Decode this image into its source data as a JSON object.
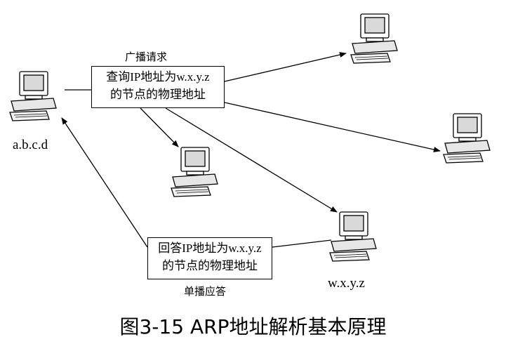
{
  "broadcast": {
    "label": "广播请求",
    "line1": "查询IP地址为w.x.y.z",
    "line2": "的节点的物理地址"
  },
  "unicast": {
    "label": "单播应答",
    "line1": "回答IP地址为w.x.y.z",
    "line2": "的节点的物理地址"
  },
  "hosts": {
    "source_address": "a.b.c.d",
    "target_address": "w.x.y.z"
  },
  "caption": "图3-15 ARP地址解析基本原理",
  "icons": [
    "computer-icon"
  ]
}
